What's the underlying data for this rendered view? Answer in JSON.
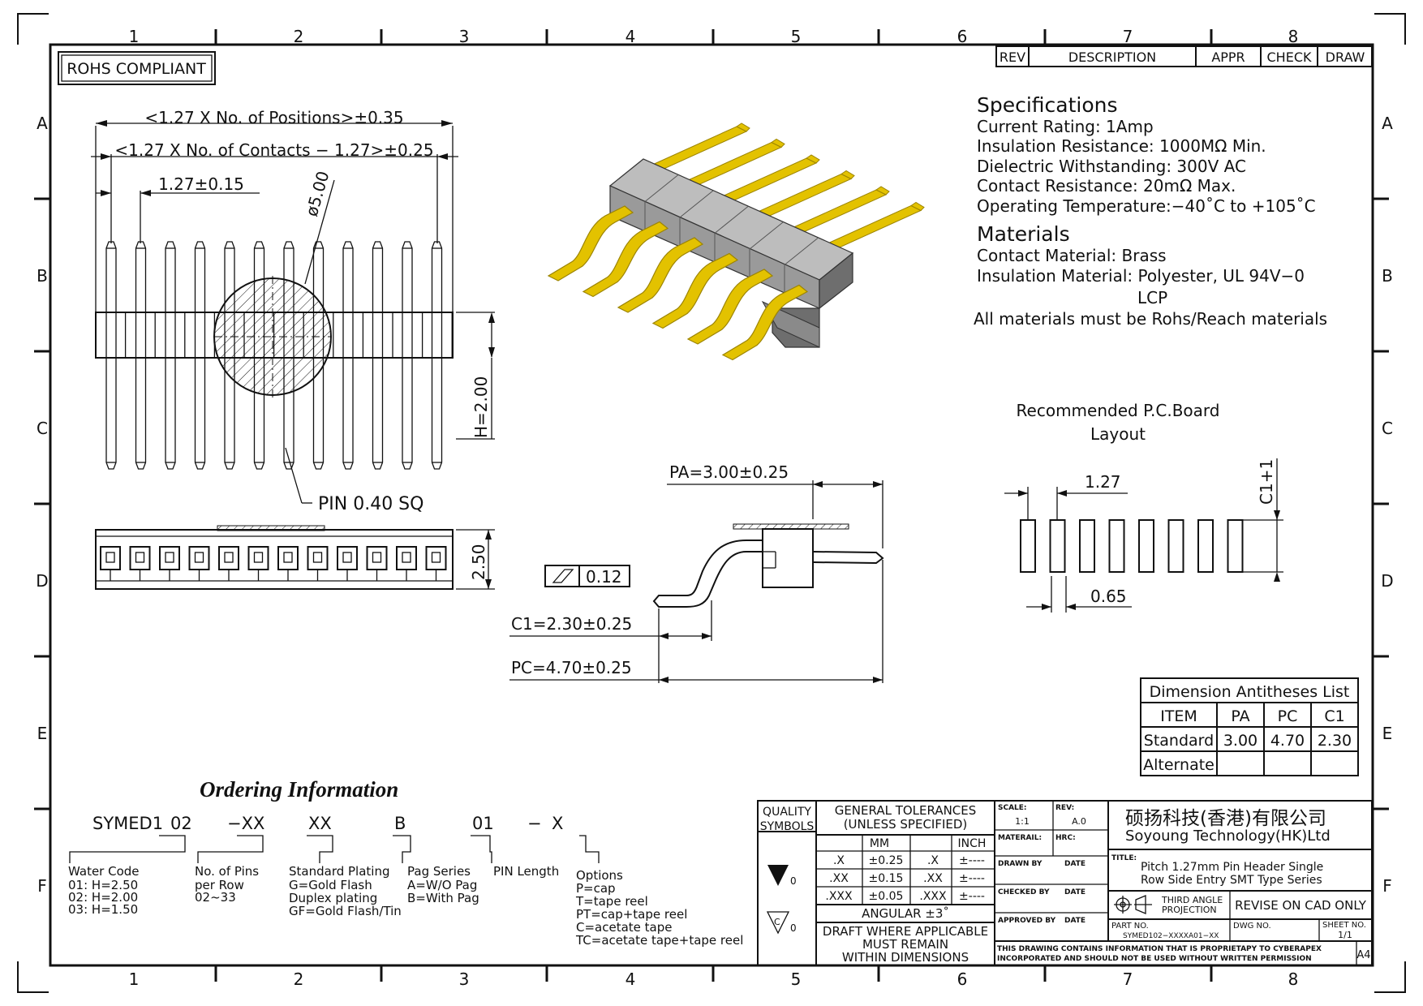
{
  "compliance": "ROHS COMPLIANT",
  "zones": {
    "columns": [
      "1",
      "2",
      "3",
      "4",
      "5",
      "6",
      "7",
      "8"
    ],
    "rows": [
      "A",
      "B",
      "C",
      "D",
      "E",
      "F"
    ]
  },
  "revision_table": {
    "rev": "REV",
    "description": "DESCRIPTION",
    "appr": "APPR",
    "check": "CHECK",
    "draw": "DRAW"
  },
  "specifications": {
    "heading": "Specifications",
    "lines": [
      "Current  Rating:    1Amp",
      "Insulation  Resistance:    1000MΩ  Min.",
      "Dielectric  Withstanding:    300V  AC",
      "Contact  Resistance:    20mΩ  Max.",
      "Operating  Temperature:−40˚C  to  +105˚C"
    ]
  },
  "materials": {
    "heading": "Materials",
    "lines": [
      "Contact  Material:  Brass",
      "Insulation  Material:  Polyester,  UL  94V−0",
      "LCP",
      "All  materials  must  be  Rohs/Reach  materials"
    ]
  },
  "dims": {
    "positions": "<1.27  X  No.  of  Positions>±0.35",
    "contacts": "<1.27  X  No.  of  Contacts  −  1.27>±0.25",
    "pitch": "1.27±0.15",
    "diameter": "ø5.00",
    "height": "H=2.00",
    "pin": "PIN  0.40  SQ",
    "body": "2.50",
    "pa": "PA=3.00±0.25",
    "coplanarity": "0.12",
    "c1": "C1=2.30±0.25",
    "pc": "PC=4.70±0.25"
  },
  "pcb_layout": {
    "title_line1": "Recommended  P.C.Board",
    "title_line2": "Layout",
    "pitch": "1.27",
    "pad_width": "0.65",
    "pad_length": "C1+1"
  },
  "antitheses": {
    "title": "Dimension  Antitheses  List",
    "headers": [
      "ITEM",
      "PA",
      "PC",
      "C1"
    ],
    "rows": [
      [
        "Standard",
        "3.00",
        "4.70",
        "2.30"
      ],
      [
        "Alternate",
        "",
        "",
        ""
      ]
    ]
  },
  "ordering": {
    "title": "Ordering Information",
    "codes": [
      "SYMED1",
      "02",
      "−XX",
      "XX",
      "B",
      "01",
      "−",
      "X"
    ],
    "groups": [
      {
        "lines": [
          "Water Code",
          "01: H=2.50",
          "02: H=2.00",
          "03: H=1.50"
        ]
      },
      {
        "lines": [
          "No.  of Pins",
          "per Row",
          "02~33"
        ]
      },
      {
        "lines": [
          "Standard Plating",
          "G=Gold Flash",
          "Duplex plating",
          "GF=Gold Flash/Tin"
        ]
      },
      {
        "lines": [
          "Pag Series",
          "A=W/O Pag",
          "B=With Pag"
        ]
      },
      {
        "lines": [
          "PIN Length"
        ]
      },
      {
        "lines": [
          "Options",
          "P=cap",
          "T=tape reel",
          "PT=cap+tape reel",
          "C=acetate tape",
          "TC=acetate tape+tape reel"
        ]
      }
    ]
  },
  "title_block": {
    "quality_symbols": [
      "QUALITY",
      "SYMBOLS"
    ],
    "sym1_label": "▼0",
    "sym2_label": "0",
    "gen_tol": [
      "GENERAL  TOLERANCES",
      "(UNLESS  SPECIFIED)"
    ],
    "mm": "MM",
    "inch": "INCH",
    "tol_rows": [
      [
        ".X",
        "±0.25",
        ".X",
        "±----"
      ],
      [
        ".XX",
        "±0.15",
        ".XX",
        "±----"
      ],
      [
        ".XXX",
        "±0.05",
        ".XXX",
        "±----"
      ]
    ],
    "angular": "ANGULAR  ±3˚",
    "draft": [
      "DRAFT  WHERE  APPLICABLE",
      "MUST  REMAIN",
      "WITHIN  DIMENSIONS"
    ],
    "scale_label": "SCALE:",
    "scale": "1:1",
    "rev_label": "REV:",
    "rev": "A.0",
    "material_label": "MATERAIL:",
    "hrc_label": "HRC:",
    "drawn_by": "DRAWN  BY",
    "checked_by": "CHECKED  BY",
    "approved_by": "APPROVED  BY",
    "date": "DATE",
    "company_cn": "硕扬科技(香港)有限公司",
    "company_en": "Soyoung  Technology(HK)Ltd",
    "title_label": "TITLE:",
    "title_line1": "Pitch  1.27mm  Pin  Header  Single",
    "title_line2": "Row  Side  Entry  SMT  Type  Series",
    "projection": [
      "THIRD  ANGLE",
      "PROJECTION"
    ],
    "revise": "REVISE  ON  CAD  ONLY",
    "part_no_label": "PART  NO.",
    "part_no": "SYMED102−XXXXA01−XX",
    "dwg_no_label": "DWG  NO.",
    "sheet_label": "SHEET  NO.",
    "sheet": "1/1",
    "notice_line1": "THIS  DRAWING  CONTAINS  INFORMATION  THAT  IS  PROPRIETAPY  TO  CYBERAPEX",
    "notice_line2": "INCORPORATED  AND  SHOULD  NOT  BE  USED  WITHOUT  WRITTEN  PERMISSION",
    "size": "A4"
  },
  "colors": {
    "ink": "#111111",
    "gold": "#e3c200",
    "gold_dark": "#9c8400",
    "housing": "#9a9a9a",
    "housing_dark": "#6e6e6e",
    "housing_light": "#bdbdbd"
  }
}
